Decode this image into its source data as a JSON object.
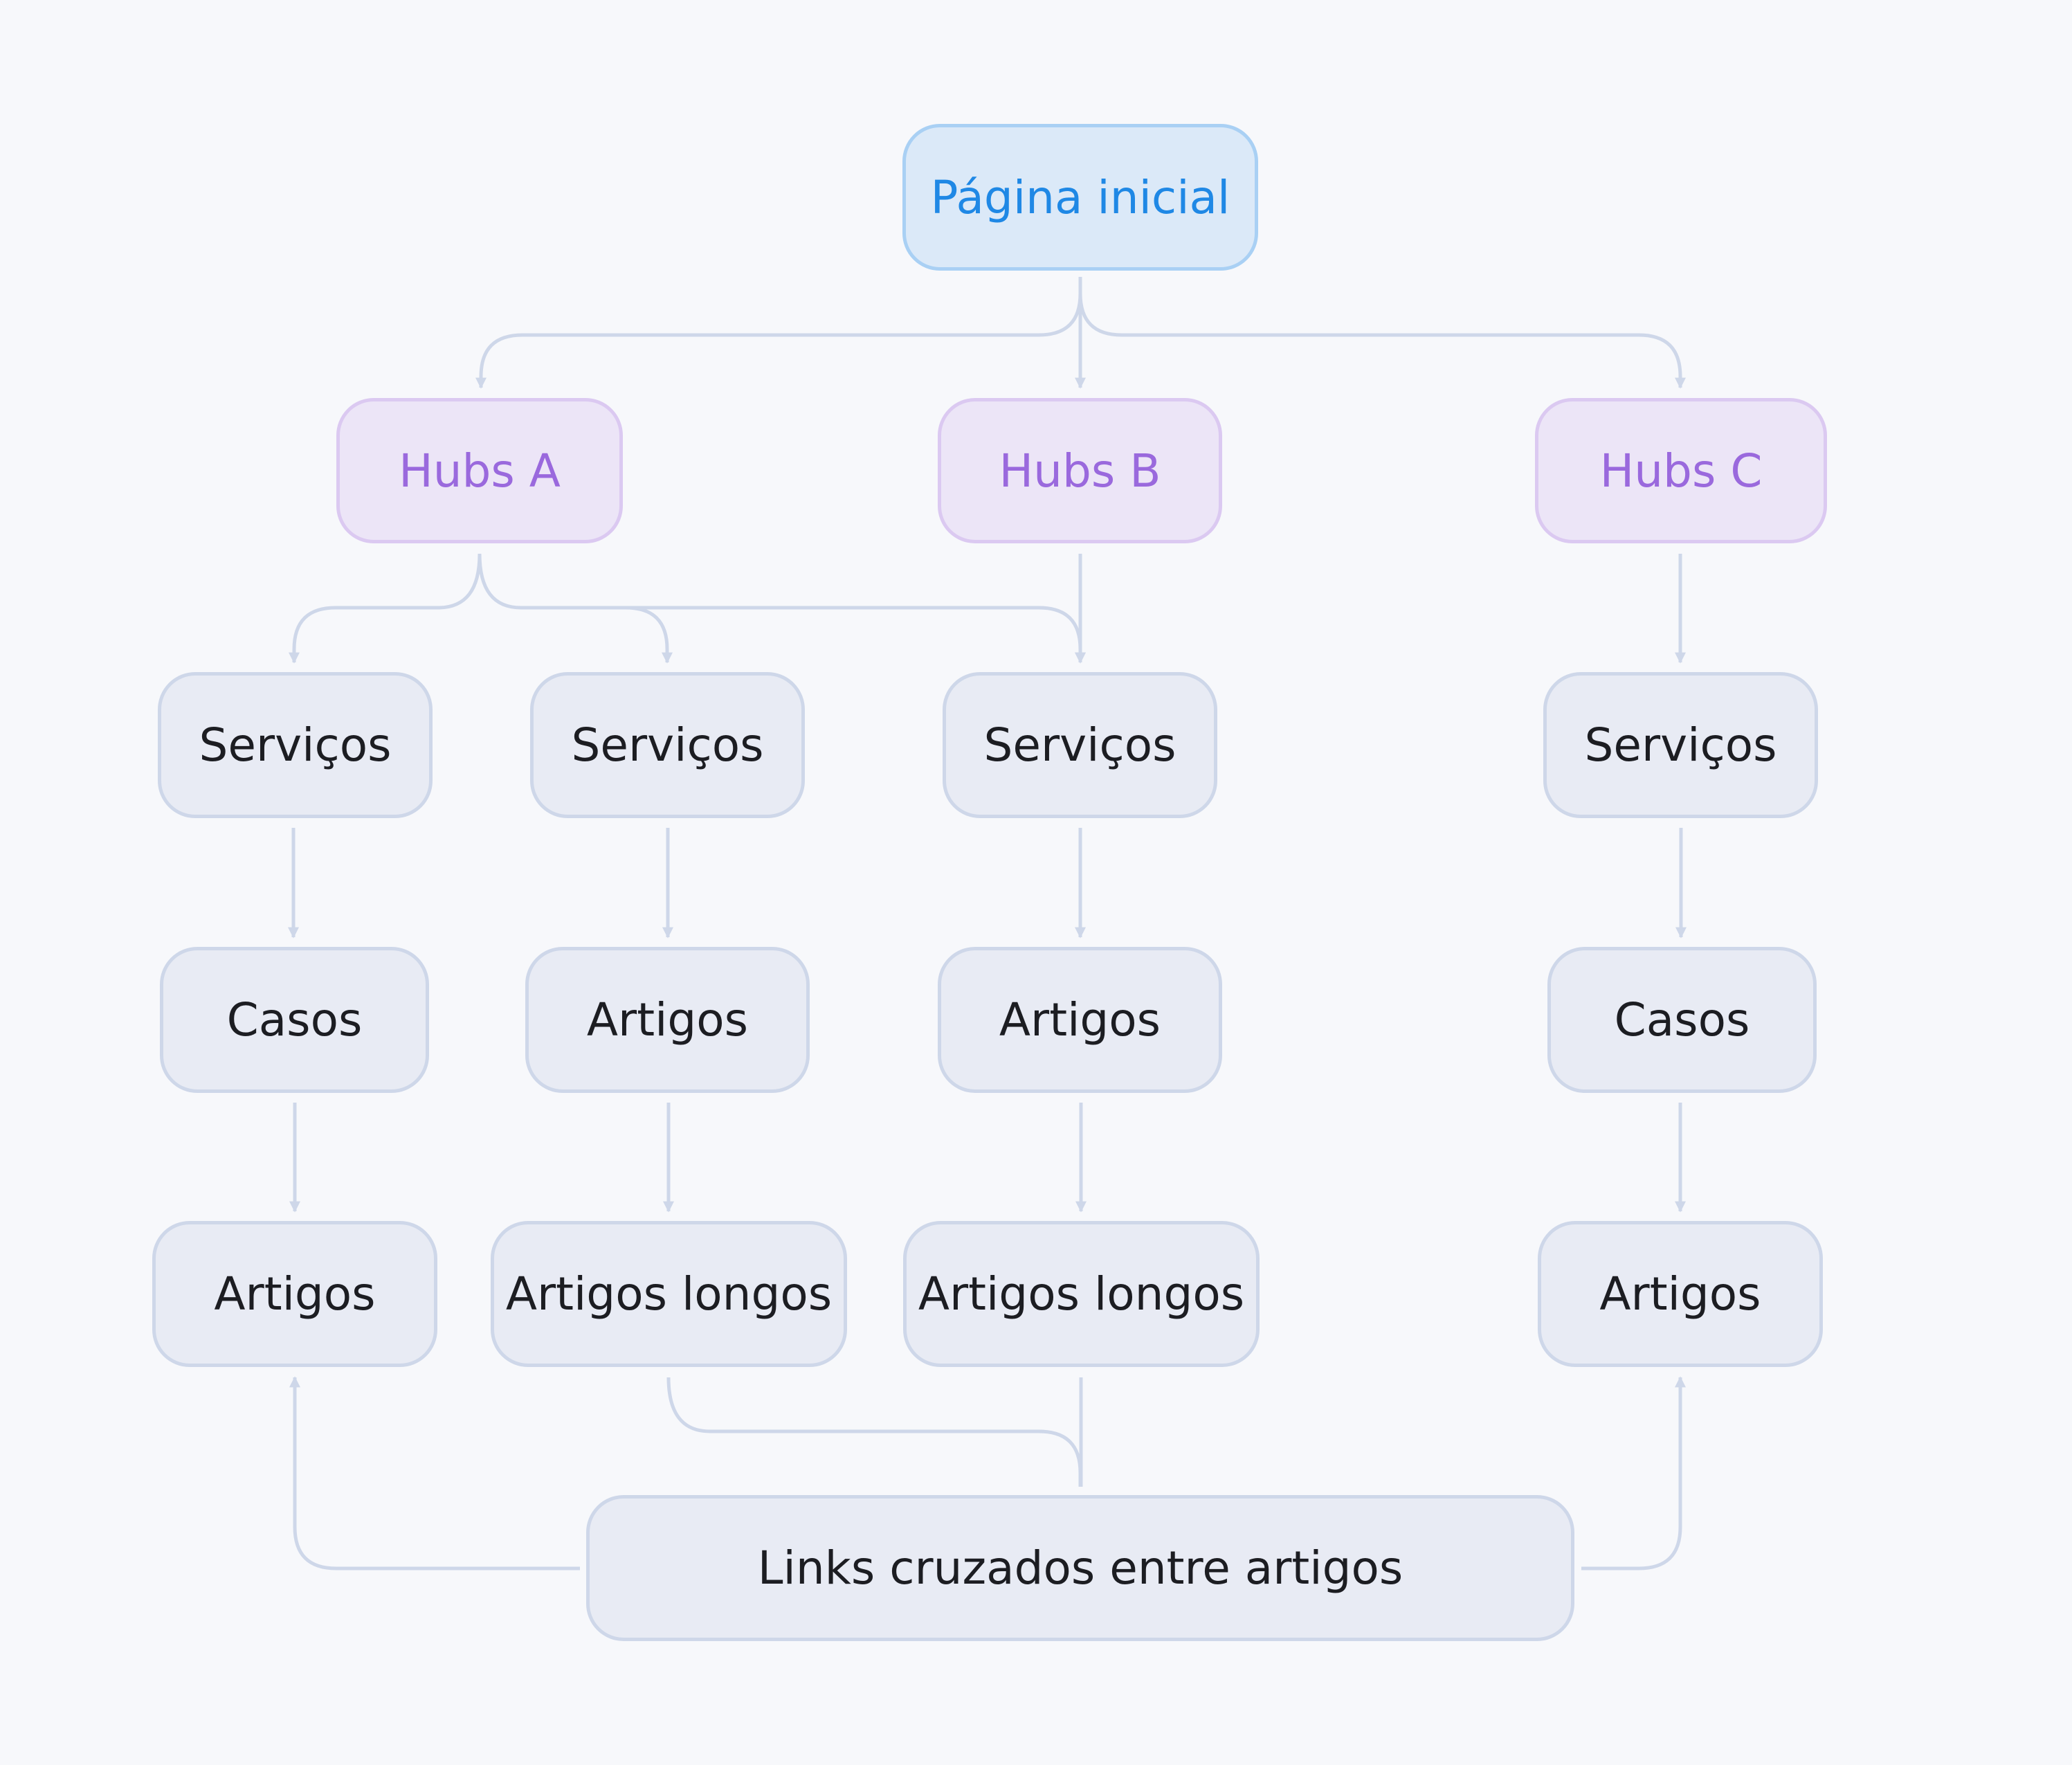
{
  "colors": {
    "background": "#f7f8fb",
    "root_fill": "#dbe9f8",
    "root_border": "#a9d0f4",
    "root_text": "#1f88e5",
    "hub_fill": "#ece5f7",
    "hub_border": "#dbc9f1",
    "hub_text": "#9a69dd",
    "leaf_fill": "#e8ebf4",
    "leaf_border": "#ced7e9",
    "leaf_text": "#1c1d22",
    "connector": "#ced7e9"
  },
  "diagram": {
    "root": {
      "label": "Página inicial"
    },
    "hubs": [
      {
        "label": "Hubs A"
      },
      {
        "label": "Hubs B"
      },
      {
        "label": "Hubs C"
      }
    ],
    "services": [
      {
        "label": "Serviços"
      },
      {
        "label": "Serviços"
      },
      {
        "label": "Serviços"
      },
      {
        "label": "Serviços"
      }
    ],
    "level2": [
      {
        "label": "Casos"
      },
      {
        "label": "Artigos"
      },
      {
        "label": "Artigos"
      },
      {
        "label": "Casos"
      }
    ],
    "level3": [
      {
        "label": "Artigos"
      },
      {
        "label": "Artigos longos"
      },
      {
        "label": "Artigos longos"
      },
      {
        "label": "Artigos"
      }
    ],
    "crosslinks": {
      "label": "Links cruzados entre artigos"
    }
  }
}
